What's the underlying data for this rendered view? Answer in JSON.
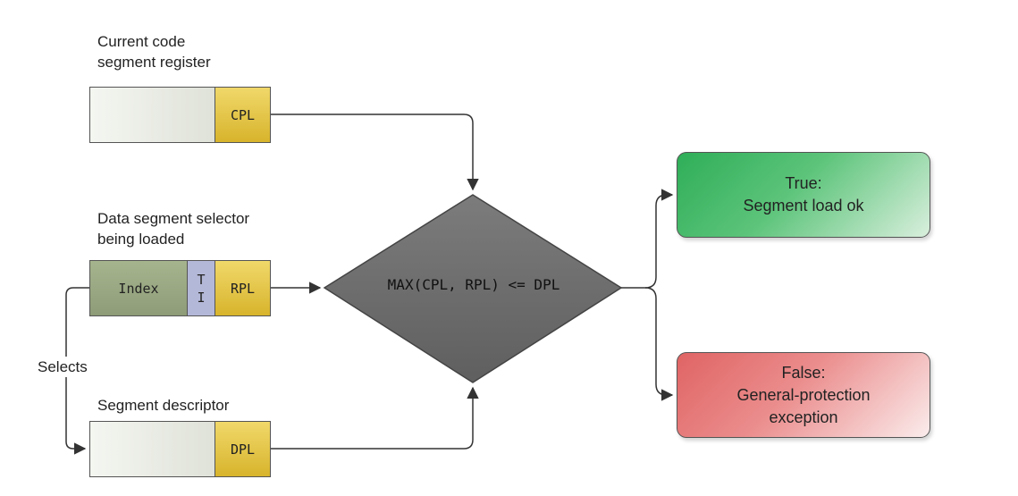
{
  "current_code_segment": {
    "caption": [
      "Current code",
      "segment register"
    ],
    "field": "CPL"
  },
  "data_segment_selector": {
    "caption": [
      "Data segment selector",
      "being loaded"
    ],
    "index_field": "Index",
    "ti_field": [
      "T",
      "I"
    ],
    "rpl_field": "RPL"
  },
  "segment_descriptor": {
    "caption": "Segment descriptor",
    "field": "DPL"
  },
  "selects_label": "Selects",
  "decision": "MAX(CPL, RPL) <= DPL",
  "outcome_true": [
    "True:",
    "Segment load ok"
  ],
  "outcome_false": [
    "False:",
    "General-protection",
    "exception"
  ],
  "colors": {
    "gold_field": "#e3c440",
    "index_field": "#9aa884",
    "ti_field": "#b4b8d8",
    "decision_fill": "#707070",
    "true_box": "#3cb462",
    "false_box": "#e57272"
  }
}
